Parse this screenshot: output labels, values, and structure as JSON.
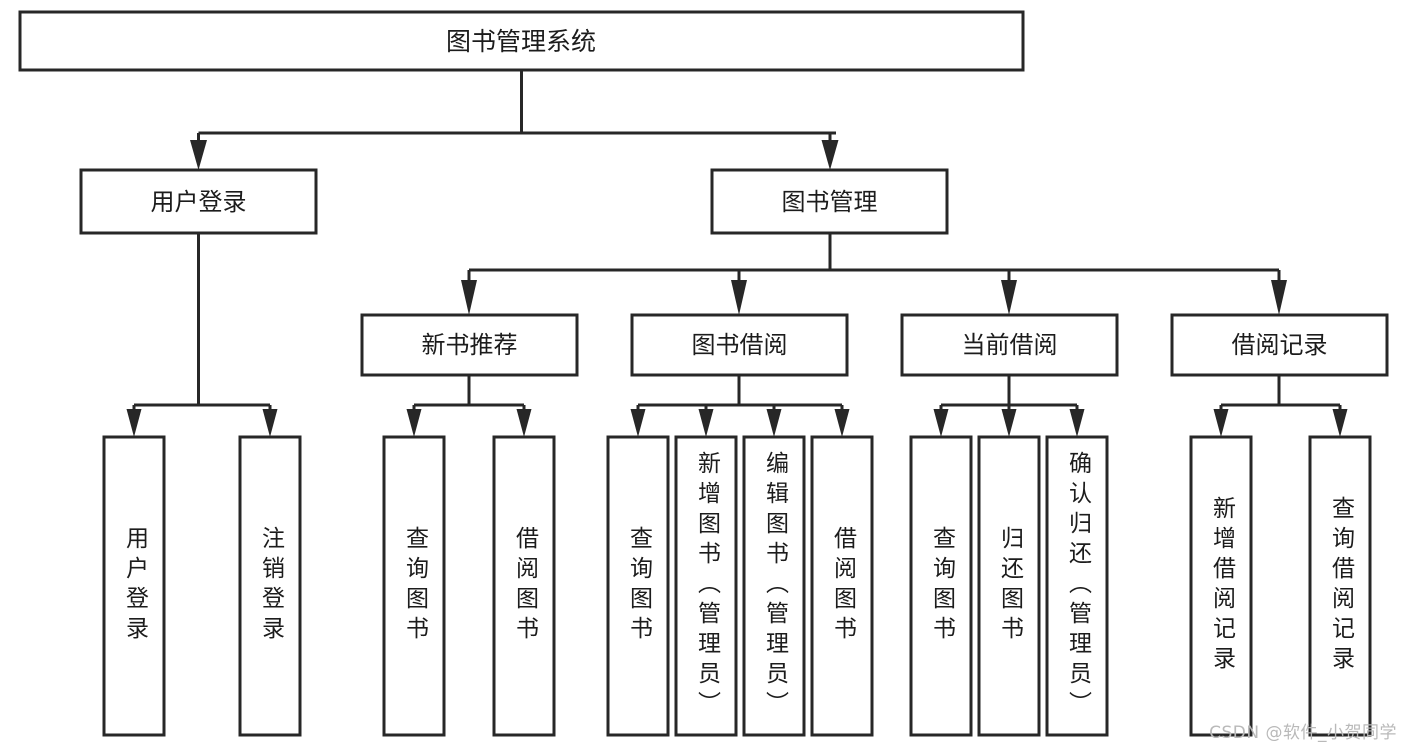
{
  "diagram": {
    "title": "图书管理系统",
    "watermark": "CSDN @软件_小贺同学",
    "colors": {
      "stroke": "#272727",
      "fill": "#ffffff",
      "text": "#1c1c1c",
      "watermark": "#b9b9b9"
    },
    "root": {
      "label": "图书管理系统"
    },
    "level2": [
      {
        "label": "用户登录"
      },
      {
        "label": "图书管理"
      }
    ],
    "level3": [
      {
        "label": "新书推荐"
      },
      {
        "label": "图书借阅"
      },
      {
        "label": "当前借阅"
      },
      {
        "label": "借阅记录"
      }
    ],
    "leaves": [
      {
        "label": "用户登录",
        "parent": "用户登录"
      },
      {
        "label": "注销登录",
        "parent": "用户登录"
      },
      {
        "label": "查询图书",
        "parent": "新书推荐"
      },
      {
        "label": "借阅图书",
        "parent": "新书推荐"
      },
      {
        "label": "查询图书",
        "parent": "图书借阅"
      },
      {
        "label": "新增图书（管理员）",
        "parent": "图书借阅"
      },
      {
        "label": "编辑图书（管理员）",
        "parent": "图书借阅"
      },
      {
        "label": "借阅图书",
        "parent": "图书借阅"
      },
      {
        "label": "查询图书",
        "parent": "当前借阅"
      },
      {
        "label": "归还图书",
        "parent": "当前借阅"
      },
      {
        "label": "确认归还（管理员）",
        "parent": "当前借阅"
      },
      {
        "label": "新增借阅记录",
        "parent": "借阅记录"
      },
      {
        "label": "查询借阅记录",
        "parent": "借阅记录"
      }
    ]
  }
}
